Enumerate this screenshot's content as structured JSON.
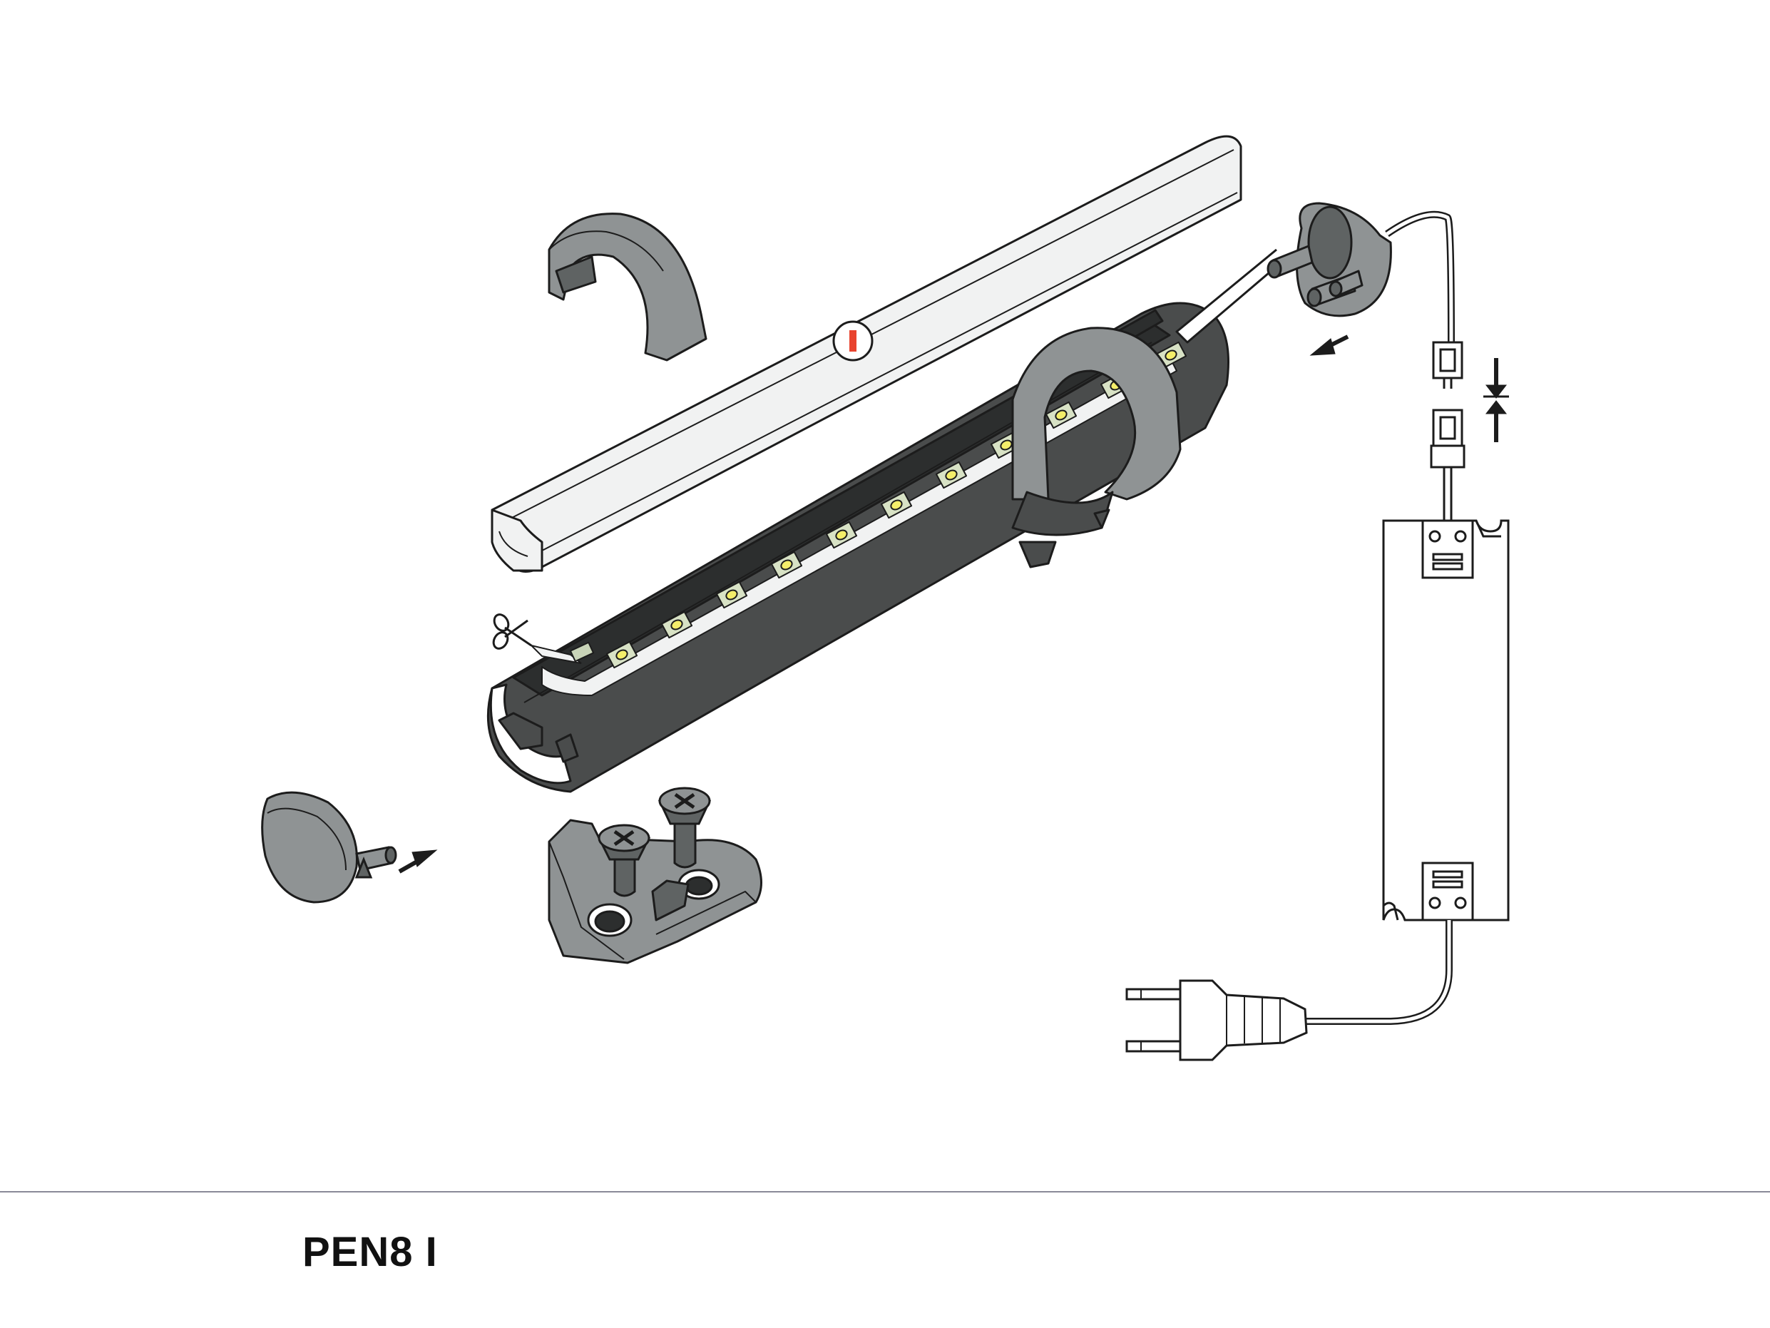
{
  "product": {
    "code": "PEN8 I"
  },
  "cover_badge": {
    "label": "I",
    "color": "#e8432e"
  },
  "colors": {
    "profile": "#4a4c4c",
    "profile_dark": "#2c2e2e",
    "caps": "#8f9394",
    "cover": "#f1f2f2",
    "led": "#f4ee6a",
    "outline": "#1c1c1c"
  },
  "parts": [
    {
      "id": "diffuser-cover",
      "icon": "cover"
    },
    {
      "id": "mounting-clip",
      "icon": "clip"
    },
    {
      "id": "aluminium-profile",
      "icon": "profile"
    },
    {
      "id": "led-strip",
      "icon": "led-strip"
    },
    {
      "id": "scissors",
      "icon": "scissors-icon"
    },
    {
      "id": "end-cap-with-cable-hole",
      "icon": "end-cap"
    },
    {
      "id": "end-cap-closed",
      "icon": "end-cap"
    },
    {
      "id": "mounting-bracket",
      "icon": "bracket"
    },
    {
      "id": "mounting-screw",
      "icon": "screw-icon"
    },
    {
      "id": "connector",
      "icon": "connector"
    },
    {
      "id": "power-supply",
      "icon": "power-supply"
    },
    {
      "id": "power-plug",
      "icon": "plug-icon"
    }
  ]
}
